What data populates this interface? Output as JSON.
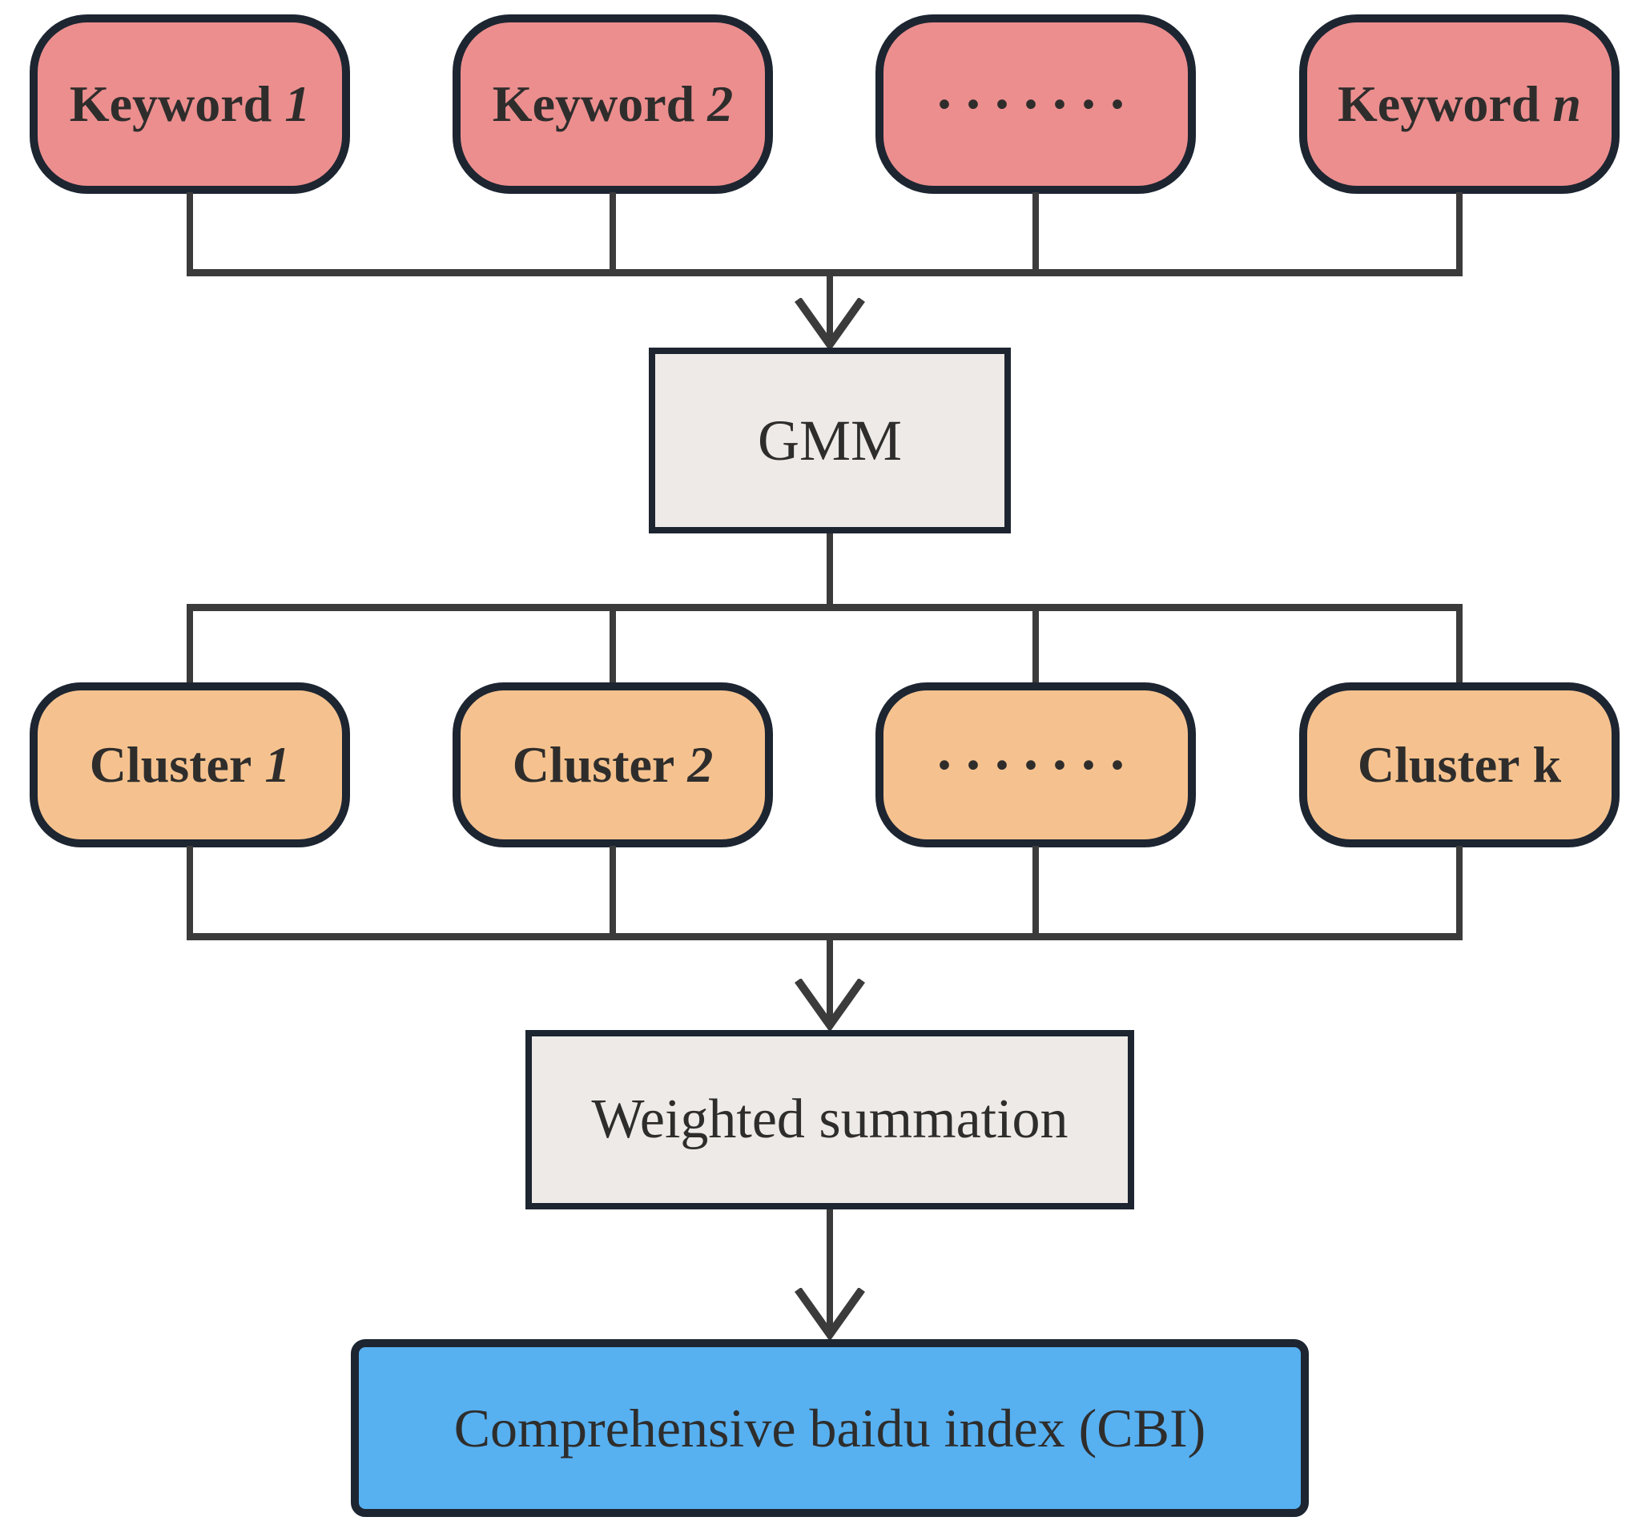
{
  "flowchart": {
    "description": "Flow diagram of building a comprehensive baidu index from keywords via GMM clustering",
    "keyword_row": [
      {
        "label": "Keyword",
        "suffix": "1"
      },
      {
        "label": "Keyword",
        "suffix": "2"
      },
      {
        "label": "·······",
        "suffix": ""
      },
      {
        "label": "Keyword",
        "suffix": "n"
      }
    ],
    "gmm_label": "GMM",
    "cluster_row": [
      {
        "label": "Cluster",
        "suffix": "1"
      },
      {
        "label": "Cluster",
        "suffix": "2"
      },
      {
        "label": "·······",
        "suffix": ""
      },
      {
        "label": "Cluster",
        "suffix": "k"
      }
    ],
    "weighted_label": "Weighted summation",
    "cbi_label": "Comprehensive baidu index (CBI)"
  },
  "colors": {
    "keyword_fill": "#ec8e8e",
    "cluster_fill": "#f5c28f",
    "process_fill": "#edeae7",
    "cbi_fill": "#57b0f0",
    "node_border": "#1d2531",
    "connector": "#3b3b3b",
    "text": "#2e2d2c",
    "background": "#ffffff"
  }
}
